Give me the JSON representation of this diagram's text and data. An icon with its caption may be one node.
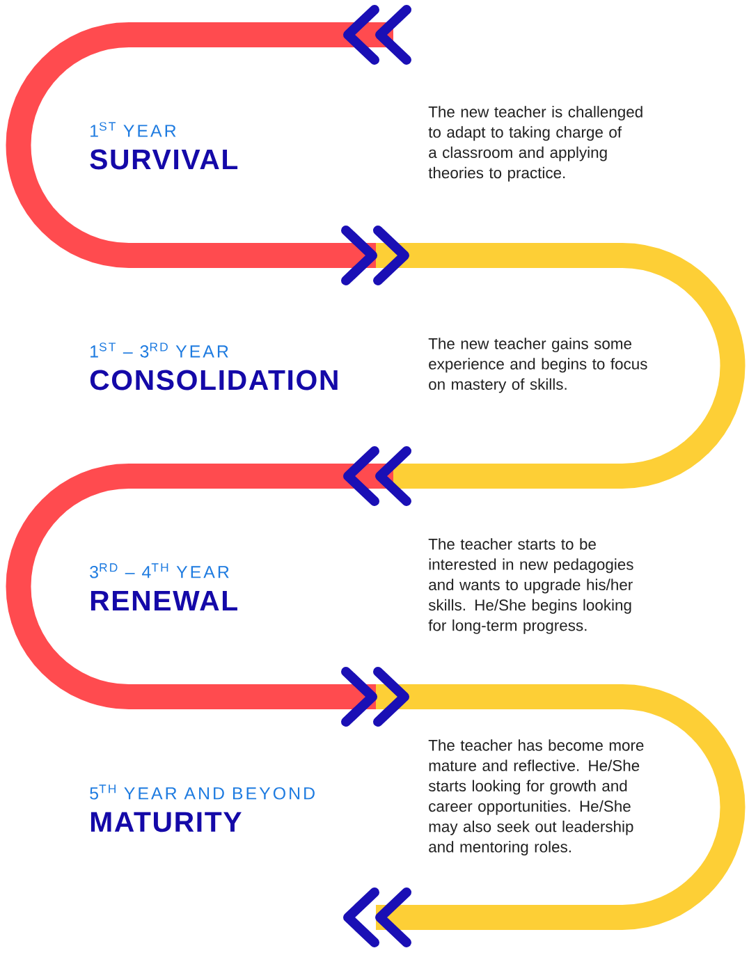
{
  "diagram": {
    "labels": [
      "1$^{ST}$ YEAR",
      "SURVIVAL",
      "The new teacher is challenged to adapt to taking charge of a classroom and applying theories to practice.",
      "1$^{ST}$ – 3$^{RD}$ YEAR",
      "CONSOLIDATION",
      "The new teacher gains some experience and begins to focus on mastery of skills.",
      "3$^{RD}$ – 4$^{TH}$ YEAR",
      "RENEWAL",
      "The teacher starts to be interested in new pedagogies and wants to upgrade his/her skills. He/She begins looking for long-term progress.",
      "5$^{TH}$ YEAR AND BEYOND",
      "MATURITY",
      "The teacher has become more mature and reflective. He/She starts looking for growth and career opportunities. He/She may also seek out leadership and mentoring roles."
    ]
  }
}
